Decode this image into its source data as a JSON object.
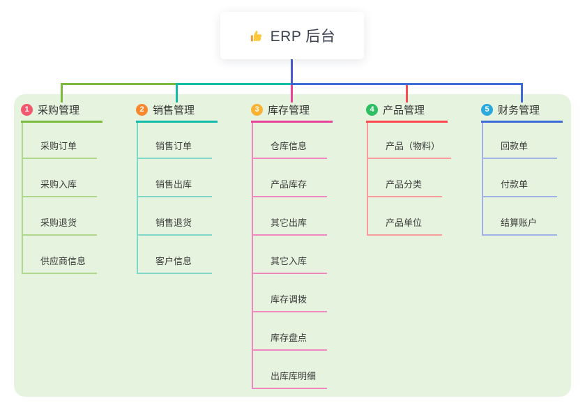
{
  "root": {
    "label": "ERP 后台",
    "icon": "thumbs-up"
  },
  "canvas": {
    "panel_bg": "#E6F4DF",
    "root_line_color": "#4A5BD2",
    "thumb_main_color": "#FFC83D",
    "thumb_cuff_color": "#E8A33D"
  },
  "branches": [
    {
      "number": "1",
      "label": "采购管理",
      "line_color": "#7CBA3F",
      "child_line_color": "#AFD78C",
      "badge_color": "#F2596E",
      "children": [
        "采购订单",
        "采购入库",
        "采购退货",
        "供应商信息"
      ]
    },
    {
      "number": "2",
      "label": "销售管理",
      "line_color": "#12BCA8",
      "child_line_color": "#7FD6C9",
      "badge_color": "#F7882F",
      "children": [
        "销售订单",
        "销售出库",
        "销售退货",
        "客户信息"
      ]
    },
    {
      "number": "3",
      "label": "库存管理",
      "line_color": "#E8439B",
      "child_line_color": "#F286C0",
      "badge_color": "#F9B234",
      "children": [
        "仓库信息",
        "产品库存",
        "其它出库",
        "其它入库",
        "库存调拨",
        "库存盘点",
        "出库库明细"
      ]
    },
    {
      "number": "4",
      "label": "产品管理",
      "line_color": "#FA4B50",
      "child_line_color": "#F89D9B",
      "badge_color": "#2EBE63",
      "children": [
        "产品（物料）",
        "产品分类",
        "产品单位"
      ]
    },
    {
      "number": "5",
      "label": "财务管理",
      "line_color": "#3F6BD8",
      "child_line_color": "#9FB3E6",
      "badge_color": "#2CA8DD",
      "children": [
        "回款单",
        "付款单",
        "结算账户"
      ]
    }
  ]
}
